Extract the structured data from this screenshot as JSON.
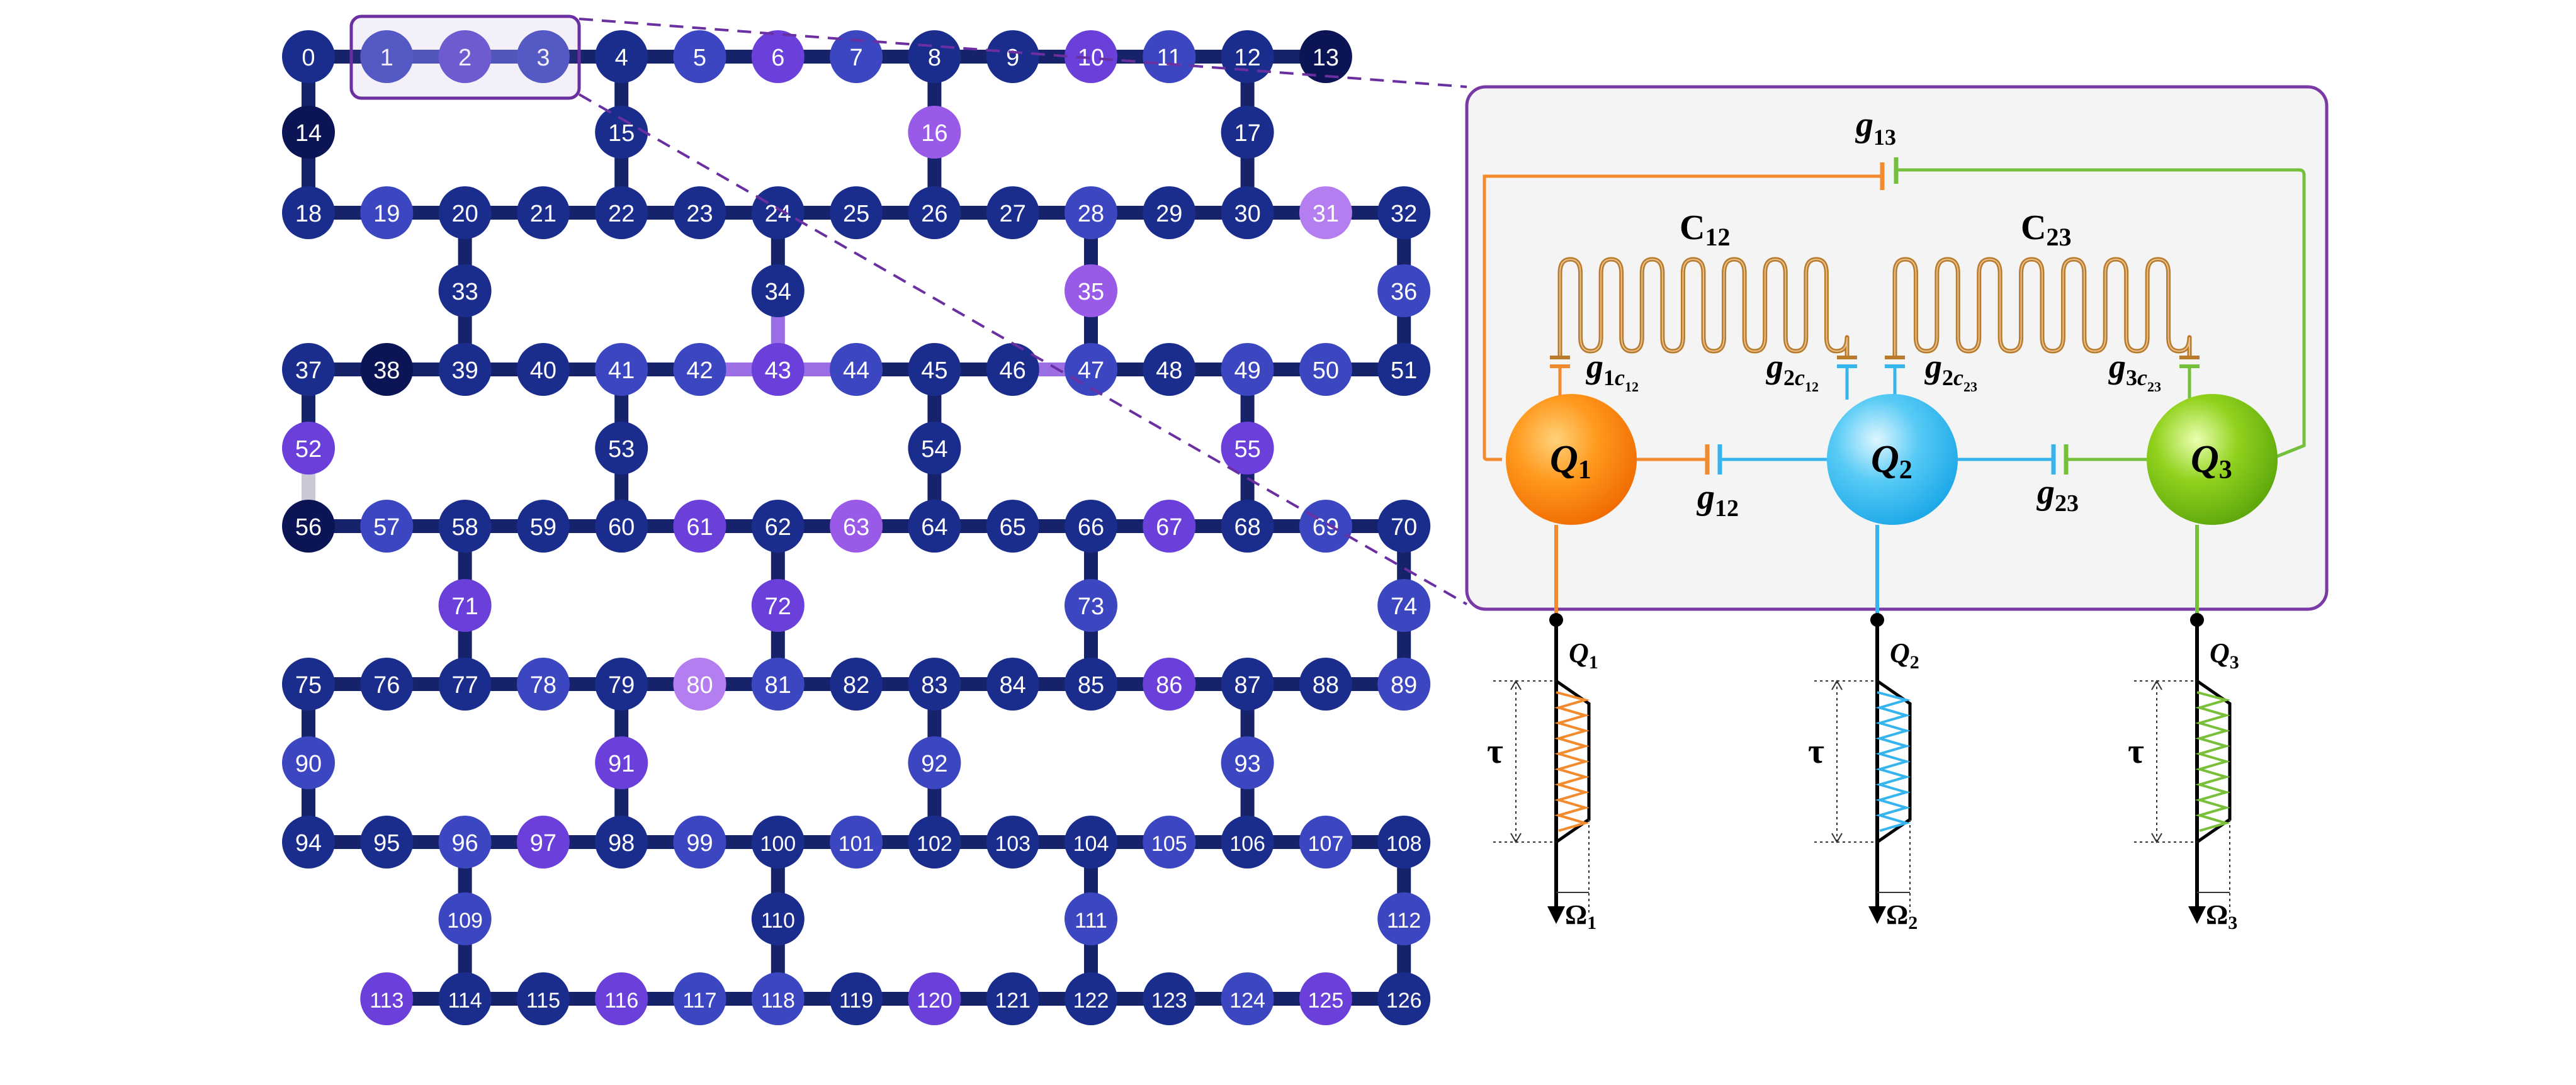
{
  "lattice": {
    "qubit_labels": [
      "0",
      "1",
      "2",
      "3",
      "4",
      "5",
      "6",
      "7",
      "8",
      "9",
      "10",
      "11",
      "12",
      "13",
      "14",
      "15",
      "16",
      "17",
      "18",
      "19",
      "20",
      "21",
      "22",
      "23",
      "24",
      "25",
      "26",
      "27",
      "28",
      "29",
      "30",
      "31",
      "32",
      "33",
      "34",
      "35",
      "36",
      "37",
      "38",
      "39",
      "40",
      "41",
      "42",
      "43",
      "44",
      "45",
      "46",
      "47",
      "48",
      "49",
      "50",
      "51",
      "52",
      "53",
      "54",
      "55",
      "56",
      "57",
      "58",
      "59",
      "60",
      "61",
      "62",
      "63",
      "64",
      "65",
      "66",
      "67",
      "68",
      "69",
      "70",
      "71",
      "72",
      "73",
      "74",
      "75",
      "76",
      "77",
      "78",
      "79",
      "80",
      "81",
      "82",
      "83",
      "84",
      "85",
      "86",
      "87",
      "88",
      "89",
      "90",
      "91",
      "92",
      "93",
      "94",
      "95",
      "96",
      "97",
      "98",
      "99",
      "100",
      "101",
      "102",
      "103",
      "104",
      "105",
      "106",
      "107",
      "108",
      "109",
      "110",
      "111",
      "112",
      "113",
      "114",
      "115",
      "116",
      "117",
      "118",
      "119",
      "120",
      "121",
      "122",
      "123",
      "124",
      "125",
      "126"
    ],
    "highlighted_group": [
      "1",
      "2",
      "3"
    ],
    "colors": {
      "coupler": "#16226a",
      "coupler_highlight_violet": "#9b6ee6",
      "coupler_highlight_light": "#c9c9d6",
      "zoom_box": "#6a2fa0",
      "node_darkest": "#0b1454",
      "node_dark": "#1a2d8c",
      "node_mid": "#3b46c0",
      "node_violet": "#6b3fd9",
      "node_light": "#9a5ae8",
      "node_pale": "#b57ef0"
    }
  },
  "circuit": {
    "g13": "g",
    "g13_sub": "13",
    "c12": "C",
    "c12_sub": "12",
    "c23": "C",
    "c23_sub": "23",
    "q1": "Q",
    "q1_sub": "1",
    "q2": "Q",
    "q2_sub": "2",
    "q3": "Q",
    "q3_sub": "3",
    "g12": "g",
    "g12_sub": "12",
    "g23": "g",
    "g23_sub": "23",
    "g1c12_main": "g",
    "g1c12_sub1": "1",
    "g1c12_sub2": "c",
    "g1c12_sub3": "12",
    "g2c12_main": "g",
    "g2c12_sub1": "2",
    "g2c12_sub2": "c",
    "g2c12_sub3": "12",
    "g2c23_main": "g",
    "g2c23_sub1": "2",
    "g2c23_sub2": "c",
    "g2c23_sub3": "23",
    "g3c23_main": "g",
    "g3c23_sub1": "3",
    "g3c23_sub2": "c",
    "g3c23_sub3": "23",
    "colors": {
      "q1": "#ff8a1a",
      "q2": "#29b6ef",
      "q3": "#7ac61c",
      "coupler_line": "#b87a2b",
      "panel_border": "#7a3aa6",
      "panel_fill": "#f4f4f4"
    }
  },
  "drives": [
    {
      "label": "Q",
      "label_sub": "1",
      "tau": "τ",
      "omega": "Ω",
      "omega_sub": "1",
      "color": "#f28a2e"
    },
    {
      "label": "Q",
      "label_sub": "2",
      "tau": "τ",
      "omega": "Ω",
      "omega_sub": "2",
      "color": "#35b4ee"
    },
    {
      "label": "Q",
      "label_sub": "3",
      "tau": "τ",
      "omega": "Ω",
      "omega_sub": "3",
      "color": "#79bf3a"
    }
  ]
}
